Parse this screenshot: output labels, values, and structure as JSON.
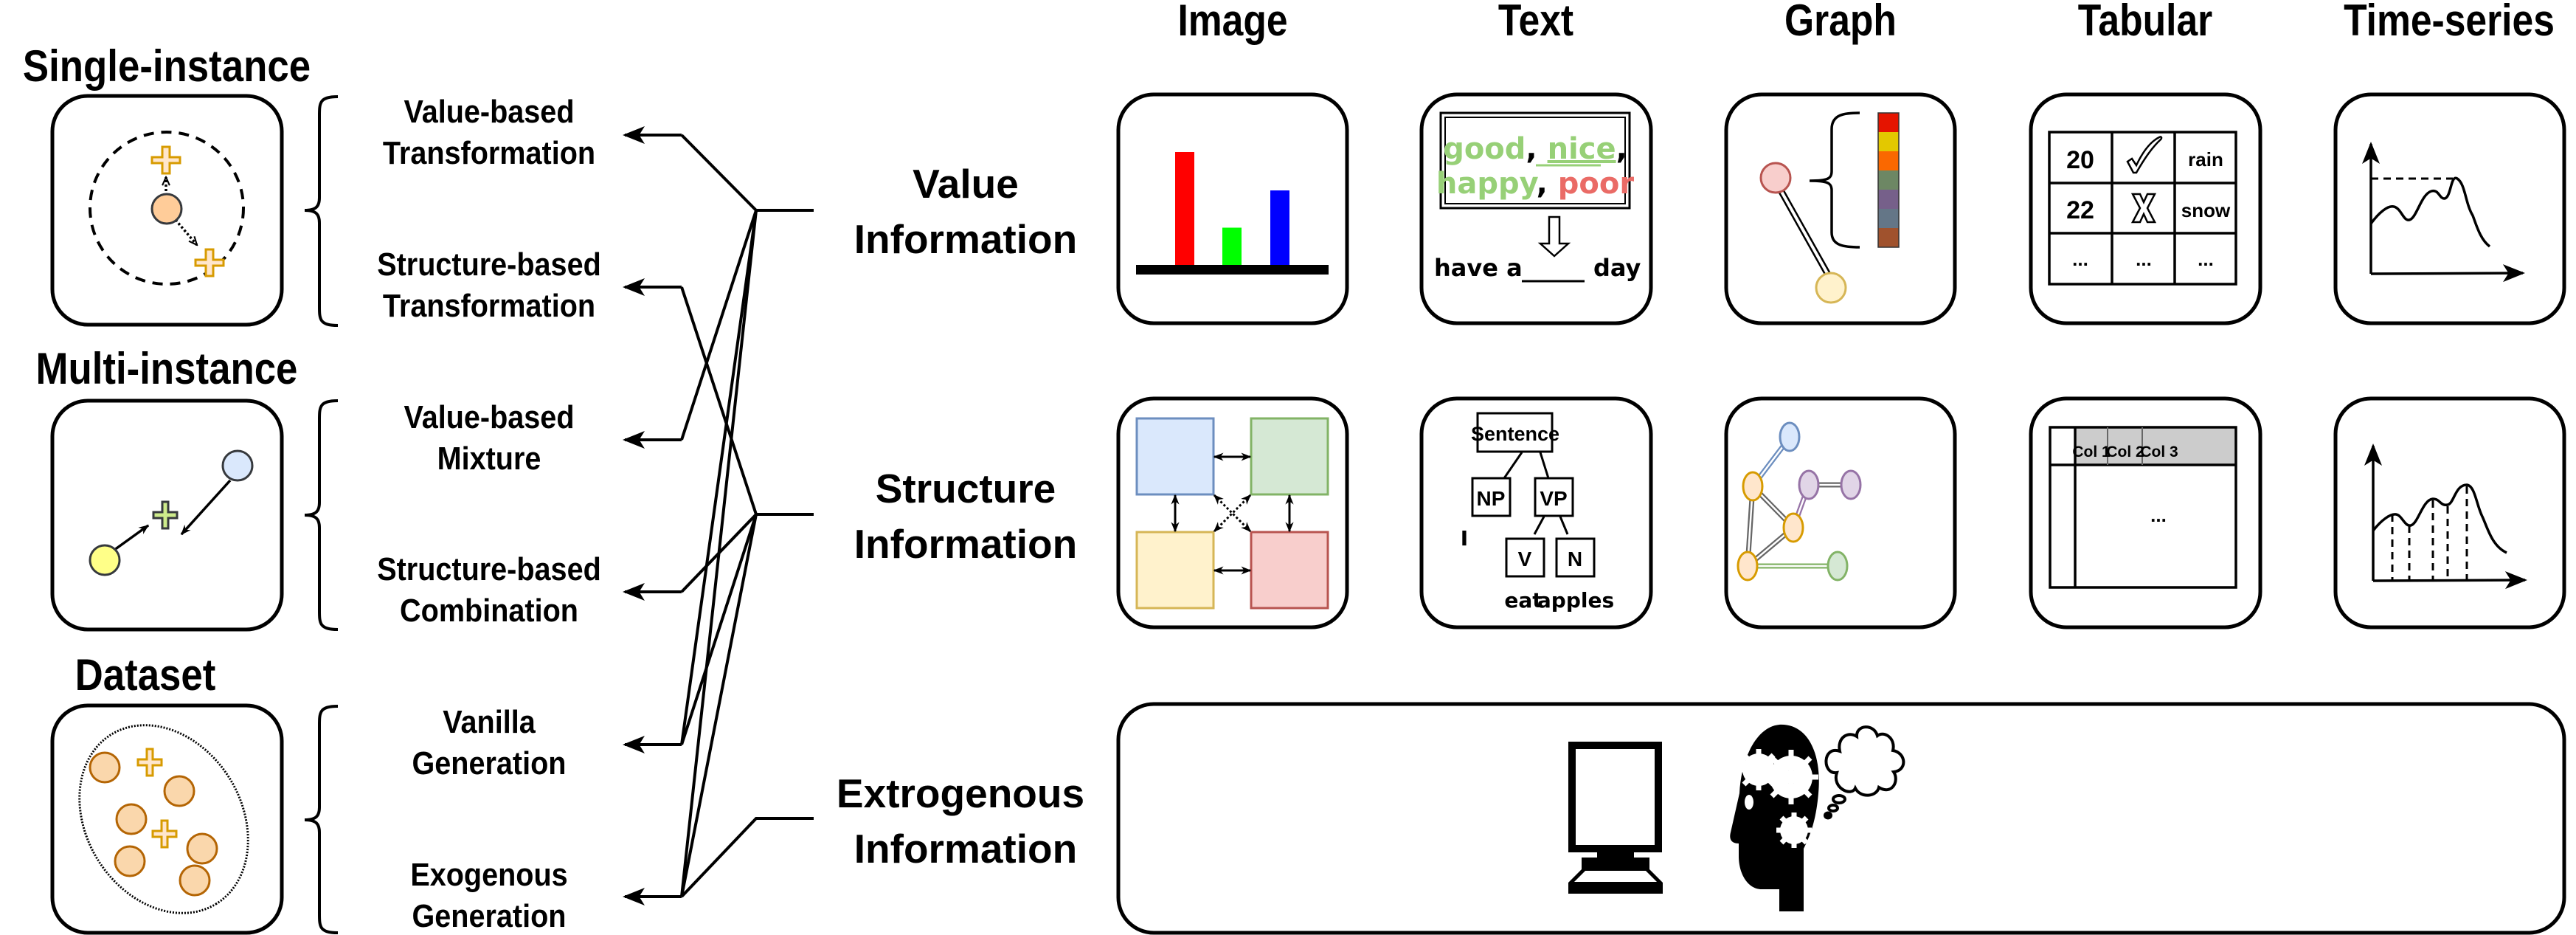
{
  "left": {
    "groups": [
      {
        "title": "Single-instance",
        "methods": [
          {
            "line1": "Value-based",
            "line2": "Transformation"
          },
          {
            "line1": "Structure-based",
            "line2": "Transformation"
          }
        ]
      },
      {
        "title": "Multi-instance",
        "methods": [
          {
            "line1": "Value-based",
            "line2": "Mixture"
          },
          {
            "line1": "Structure-based",
            "line2": "Combination"
          }
        ]
      },
      {
        "title": "Dataset",
        "methods": [
          {
            "line1": "Vanilla",
            "line2": "Generation"
          },
          {
            "line1": "Exogenous",
            "line2": "Generation"
          }
        ]
      }
    ]
  },
  "info_types": [
    {
      "line1": "Value",
      "line2": "Information",
      "connects_to": [
        "Value-based Transformation",
        "Value-based Mixture",
        "Vanilla Generation",
        "Exogenous Generation"
      ]
    },
    {
      "line1": "Structure",
      "line2": "Information",
      "connects_to": [
        "Structure-based Transformation",
        "Structure-based Combination",
        "Vanilla Generation",
        "Exogenous Generation"
      ]
    },
    {
      "line1": "Extrogenous",
      "line2": "Information",
      "connects_to": [
        "Exogenous Generation"
      ]
    }
  ],
  "modalities": [
    "Image",
    "Text",
    "Graph",
    "Tabular",
    "Time-series"
  ],
  "text_value": {
    "words": [
      {
        "text": "good",
        "color": "#97d077"
      },
      {
        "text": "nice",
        "color": "#97d077",
        "underlined": true
      },
      {
        "text": "happy",
        "color": "#97d077"
      },
      {
        "text": "poor",
        "color": "#ea6b66"
      }
    ],
    "sep": ",",
    "sentence_start": "have a",
    "blank": "____",
    "sentence_end": "day"
  },
  "text_structure": {
    "root": "Sentence",
    "np": "NP",
    "vp": "VP",
    "v": "V",
    "n": "N",
    "w_i": "I",
    "w_eat": "eat",
    "w_apples": "apples"
  },
  "tabular_value": {
    "rows": [
      [
        "20",
        "check-icon",
        "rain"
      ],
      [
        "22",
        "cross-icon",
        "snow"
      ],
      [
        "...",
        "...",
        "..."
      ]
    ],
    "r0c0": "20",
    "r0c2": "rain",
    "r1c0": "22",
    "r1c2": "snow",
    "ellipsis": "..."
  },
  "tabular_structure": {
    "headers": [
      "Col 1",
      "Col 2",
      "Col 3"
    ],
    "body": "..."
  },
  "image_value_bars": [
    {
      "color": "#ff0000",
      "value": 1.0
    },
    {
      "color": "#00ff00",
      "value": 0.33
    },
    {
      "color": "#0000ff",
      "value": 0.66
    }
  ],
  "graph_value_palette": [
    "#e51400",
    "#e3c800",
    "#fa6800",
    "#6d8764",
    "#76608a",
    "#647687",
    "#a0522d"
  ],
  "icons": {
    "extrogenous": [
      "computer-monitor-icon",
      "head-with-gears-icon",
      "thought-cloud-icon"
    ]
  }
}
